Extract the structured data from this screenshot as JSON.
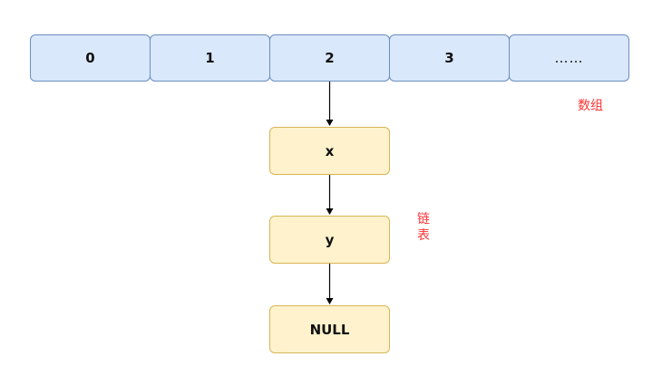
{
  "array": {
    "cells": [
      "0",
      "1",
      "2",
      "3",
      "……"
    ],
    "fill": "#dae8fc",
    "stroke": "#6c8ebf"
  },
  "list": {
    "nodes": [
      "x",
      "y",
      "NULL"
    ],
    "fill": "#fff2cc",
    "stroke": "#d6b656"
  },
  "labels": {
    "array_label": "数组",
    "list_label_line1": "链",
    "list_label_line2": "表",
    "color": "#ff3333"
  },
  "arrow_color": "#000000"
}
